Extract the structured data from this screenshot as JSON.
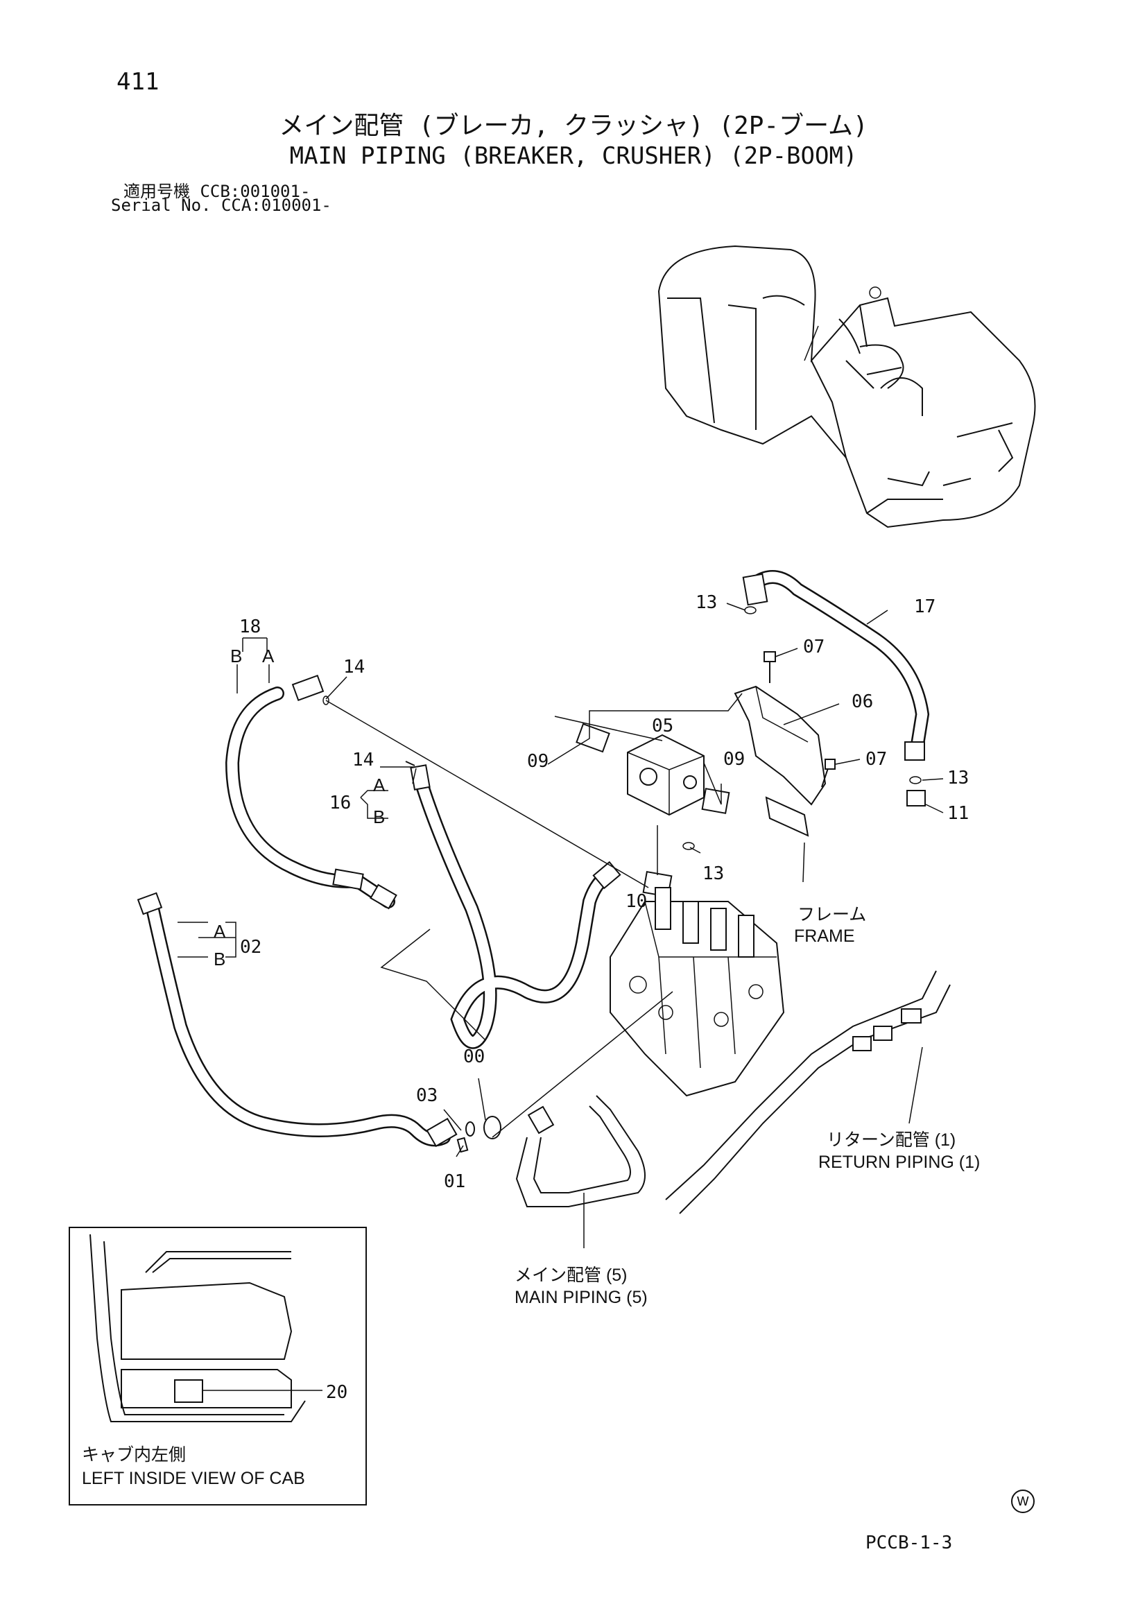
{
  "header": {
    "page_number": "411",
    "title_jp": "メイン配管 (ブレーカ, クラッシャ) (2P-ブーム)",
    "title_en": "MAIN PIPING (BREAKER, CRUSHER) (2P-BOOM)",
    "serial_jp": "適用号機 CCB:001001-",
    "serial_en": "Serial No. CCA:010001-"
  },
  "callouts": {
    "c00": "00",
    "c01": "01",
    "c02": "02",
    "c03": "03",
    "c05": "05",
    "c06": "06",
    "c07a": "07",
    "c07b": "07",
    "c09a": "09",
    "c09b": "09",
    "c10": "10",
    "c11": "11",
    "c13a": "13",
    "c13b": "13",
    "c13c": "13",
    "c14a": "14",
    "c14b": "14",
    "c16": "16",
    "c17": "17",
    "c18": "18",
    "c20": "20",
    "hose_a": "A",
    "hose_b": "B"
  },
  "labels": {
    "frame_jp": "フレーム",
    "frame_en": "FRAME",
    "return_jp": "リターン配管 (1)",
    "return_en": "RETURN PIPING (1)",
    "main_jp": "メイン配管 (5)",
    "main_en": "MAIN PIPING (5)",
    "cab_jp": "キャブ内左側",
    "cab_en": "LEFT INSIDE VIEW OF CAB"
  },
  "footer": {
    "w_mark": "W",
    "doc_code": "PCCB-1-3"
  }
}
